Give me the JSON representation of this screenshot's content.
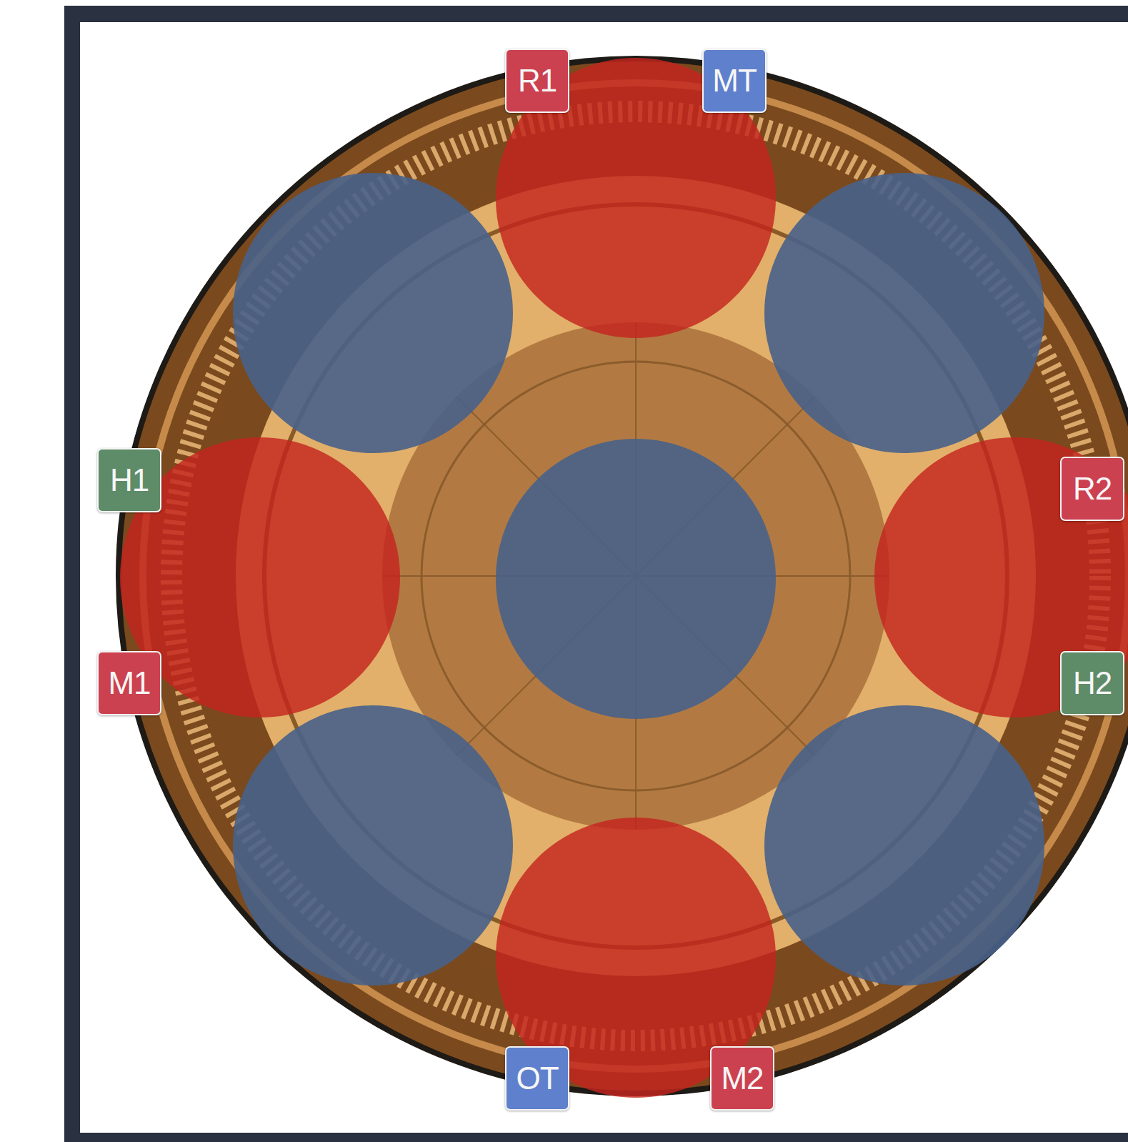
{
  "diagram": {
    "nodes": [
      {
        "text": [
          "R1"
        ]
      },
      {
        "text": [
          "MT"
        ]
      },
      {
        "text": [
          "H1"
        ]
      },
      {
        "text": [
          "R2"
        ]
      },
      {
        "text": [
          "M1"
        ]
      },
      {
        "text": [
          "H2"
        ]
      },
      {
        "text": [
          "OT"
        ]
      },
      {
        "text": [
          "M2"
        ]
      }
    ]
  }
}
